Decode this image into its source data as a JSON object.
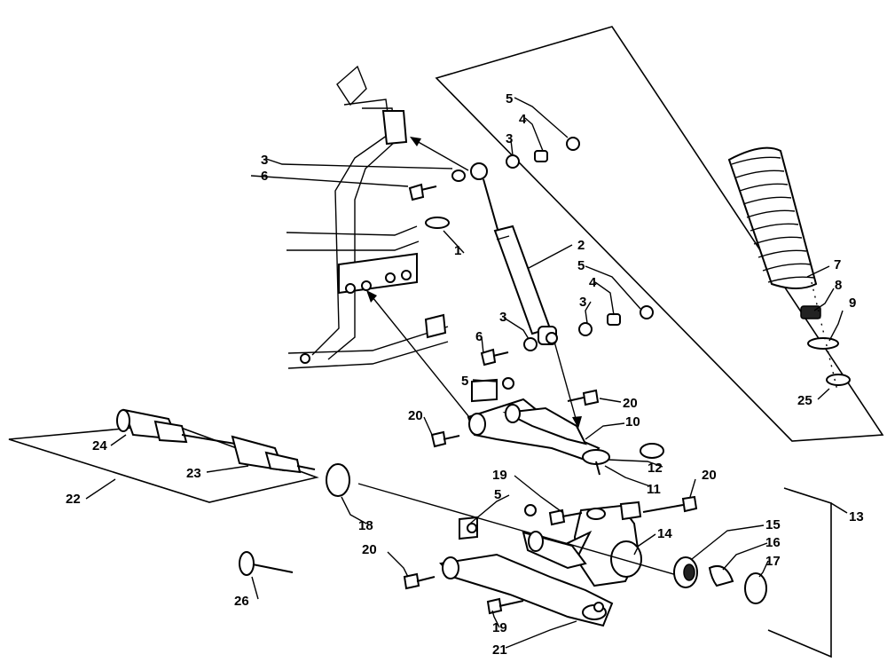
{
  "diagram": {
    "labels": [
      {
        "id": "callout-1",
        "text": "1"
      },
      {
        "id": "callout-2",
        "text": "2"
      },
      {
        "id": "callout-3-a",
        "text": "3"
      },
      {
        "id": "callout-3-b",
        "text": "3"
      },
      {
        "id": "callout-3-c",
        "text": "3"
      },
      {
        "id": "callout-3-d",
        "text": "3"
      },
      {
        "id": "callout-4-a",
        "text": "4"
      },
      {
        "id": "callout-4-b",
        "text": "4"
      },
      {
        "id": "callout-5-a",
        "text": "5"
      },
      {
        "id": "callout-5-b",
        "text": "5"
      },
      {
        "id": "callout-5-c",
        "text": "5"
      },
      {
        "id": "callout-5-d",
        "text": "5"
      },
      {
        "id": "callout-6-a",
        "text": "6"
      },
      {
        "id": "callout-6-b",
        "text": "6"
      },
      {
        "id": "callout-7",
        "text": "7"
      },
      {
        "id": "callout-8",
        "text": "8"
      },
      {
        "id": "callout-9",
        "text": "9"
      },
      {
        "id": "callout-10",
        "text": "10"
      },
      {
        "id": "callout-11",
        "text": "11"
      },
      {
        "id": "callout-12",
        "text": "12"
      },
      {
        "id": "callout-13",
        "text": "13"
      },
      {
        "id": "callout-14",
        "text": "14"
      },
      {
        "id": "callout-15",
        "text": "15"
      },
      {
        "id": "callout-16",
        "text": "16"
      },
      {
        "id": "callout-17",
        "text": "17"
      },
      {
        "id": "callout-18",
        "text": "18"
      },
      {
        "id": "callout-19-a",
        "text": "19"
      },
      {
        "id": "callout-19-b",
        "text": "19"
      },
      {
        "id": "callout-20-a",
        "text": "20"
      },
      {
        "id": "callout-20-b",
        "text": "20"
      },
      {
        "id": "callout-20-c",
        "text": "20"
      },
      {
        "id": "callout-20-d",
        "text": "20"
      },
      {
        "id": "callout-21",
        "text": "21"
      },
      {
        "id": "callout-22",
        "text": "22"
      },
      {
        "id": "callout-23",
        "text": "23"
      },
      {
        "id": "callout-24",
        "text": "24"
      },
      {
        "id": "callout-25",
        "text": "25"
      },
      {
        "id": "callout-26",
        "text": "26"
      }
    ]
  }
}
